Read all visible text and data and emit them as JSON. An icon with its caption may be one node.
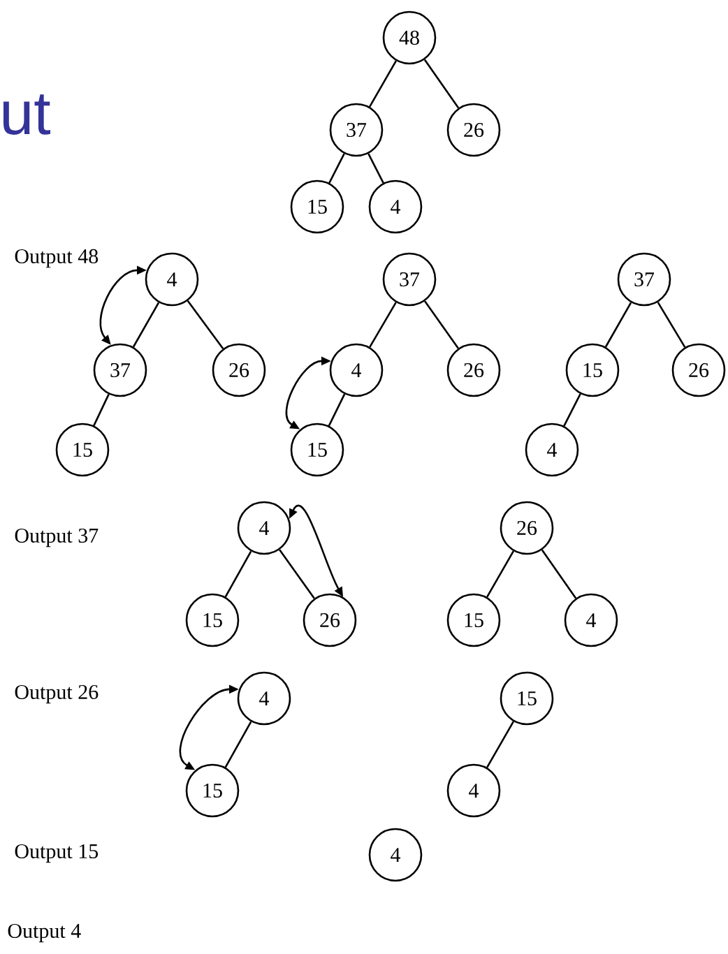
{
  "diagram": {
    "nodes": [
      {
        "text": [
          "48"
        ]
      },
      {
        "text": [
          "37"
        ]
      },
      {
        "text": [
          "26"
        ]
      },
      {
        "text": [
          "15"
        ]
      },
      {
        "text": [
          "4"
        ]
      },
      {
        "text": [
          "4"
        ]
      },
      {
        "text": [
          "37"
        ]
      },
      {
        "text": [
          "26"
        ]
      },
      {
        "text": [
          "15"
        ]
      },
      {
        "text": [
          "37"
        ]
      },
      {
        "text": [
          "4"
        ]
      },
      {
        "text": [
          "26"
        ]
      },
      {
        "text": [
          "15"
        ]
      },
      {
        "text": [
          "37"
        ]
      },
      {
        "text": [
          "15"
        ]
      },
      {
        "text": [
          "26"
        ]
      },
      {
        "text": [
          "4"
        ]
      },
      {
        "text": [
          "4"
        ]
      },
      {
        "text": [
          "15"
        ]
      },
      {
        "text": [
          "26"
        ]
      },
      {
        "text": [
          "26"
        ]
      },
      {
        "text": [
          "15"
        ]
      },
      {
        "text": [
          "4"
        ]
      },
      {
        "text": [
          "4"
        ]
      },
      {
        "text": [
          "15"
        ]
      },
      {
        "text": [
          "15"
        ]
      },
      {
        "text": [
          "4"
        ]
      },
      {
        "text": [
          "4"
        ]
      }
    ],
    "edges": [
      {
        "from": 0,
        "to": 1,
        "arrow": "none"
      },
      {
        "from": 0,
        "to": 2,
        "arrow": "none"
      },
      {
        "from": 1,
        "to": 3,
        "arrow": "none"
      },
      {
        "from": 1,
        "to": 4,
        "arrow": "none"
      },
      {
        "from": 5,
        "to": 6,
        "arrow": "none"
      },
      {
        "from": 5,
        "to": 7,
        "arrow": "none"
      },
      {
        "from": 6,
        "to": 8,
        "arrow": "none"
      },
      {
        "from": 5,
        "to": 6,
        "arrow": "both"
      },
      {
        "from": 9,
        "to": 10,
        "arrow": "none"
      },
      {
        "from": 9,
        "to": 11,
        "arrow": "none"
      },
      {
        "from": 10,
        "to": 12,
        "arrow": "none"
      },
      {
        "from": 10,
        "to": 12,
        "arrow": "both"
      },
      {
        "from": 13,
        "to": 14,
        "arrow": "none"
      },
      {
        "from": 13,
        "to": 15,
        "arrow": "none"
      },
      {
        "from": 14,
        "to": 16,
        "arrow": "none"
      },
      {
        "from": 17,
        "to": 18,
        "arrow": "none"
      },
      {
        "from": 17,
        "to": 19,
        "arrow": "none"
      },
      {
        "from": 17,
        "to": 19,
        "arrow": "both"
      },
      {
        "from": 20,
        "to": 21,
        "arrow": "none"
      },
      {
        "from": 20,
        "to": 22,
        "arrow": "none"
      },
      {
        "from": 23,
        "to": 24,
        "arrow": "none"
      },
      {
        "from": 23,
        "to": 24,
        "arrow": "both"
      },
      {
        "from": 25,
        "to": 26,
        "arrow": "none"
      }
    ],
    "labels": [
      "ut",
      "Output 48",
      "Output 37",
      "Output 26",
      "Output 15",
      "Output 4"
    ]
  }
}
